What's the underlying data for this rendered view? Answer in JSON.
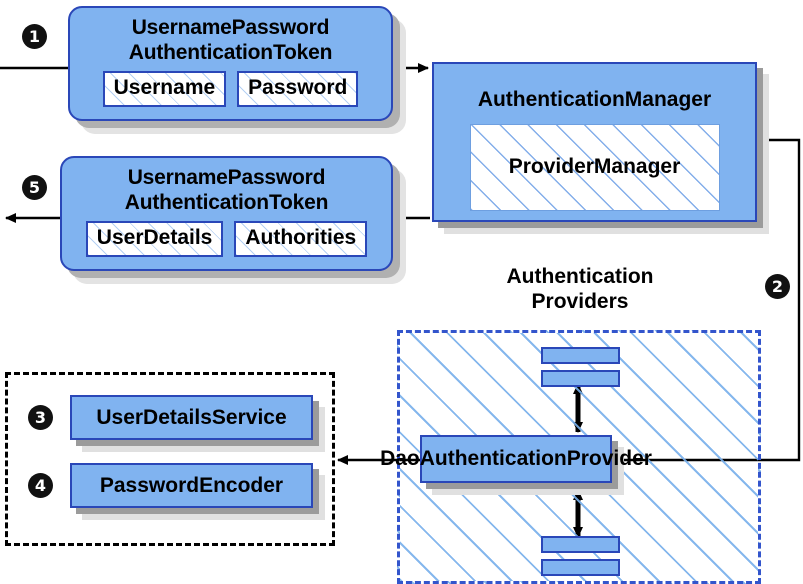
{
  "diagram": {
    "title": "Spring Security Username/Password Authentication Flow",
    "colors": {
      "box_fill": "#80b3f0",
      "box_border": "#2a47b8",
      "region_border": "#3355cc",
      "hatch": "#6e9fe0",
      "shadow_dark": "#9b9b9b",
      "shadow_light": "#e0e0e0",
      "marker_fill": "#111111",
      "marker_text": "#ffffff"
    }
  },
  "request_token": {
    "title": "UsernamePassword\nAuthenticationToken",
    "fields": [
      {
        "label": "Username"
      },
      {
        "label": "Password"
      }
    ],
    "marker": "1"
  },
  "response_token": {
    "title": "UsernamePassword\nAuthenticationToken",
    "fields": [
      {
        "label": "UserDetails"
      },
      {
        "label": "Authorities"
      }
    ],
    "marker": "5"
  },
  "authentication_manager": {
    "title": "AuthenticationManager",
    "inner": {
      "label": "ProviderManager"
    }
  },
  "providers": {
    "label": "Authentication\nProviders",
    "marker": "2",
    "main_provider": {
      "label": "DaoAuthenticationProvider"
    },
    "top_stack": [
      {
        "label": ""
      },
      {
        "label": ""
      }
    ],
    "bottom_stack": [
      {
        "label": ""
      },
      {
        "label": ""
      }
    ]
  },
  "services_group": {
    "items": [
      {
        "label": "UserDetailsService",
        "marker": "3"
      },
      {
        "label": "PasswordEncoder",
        "marker": "4"
      }
    ]
  }
}
